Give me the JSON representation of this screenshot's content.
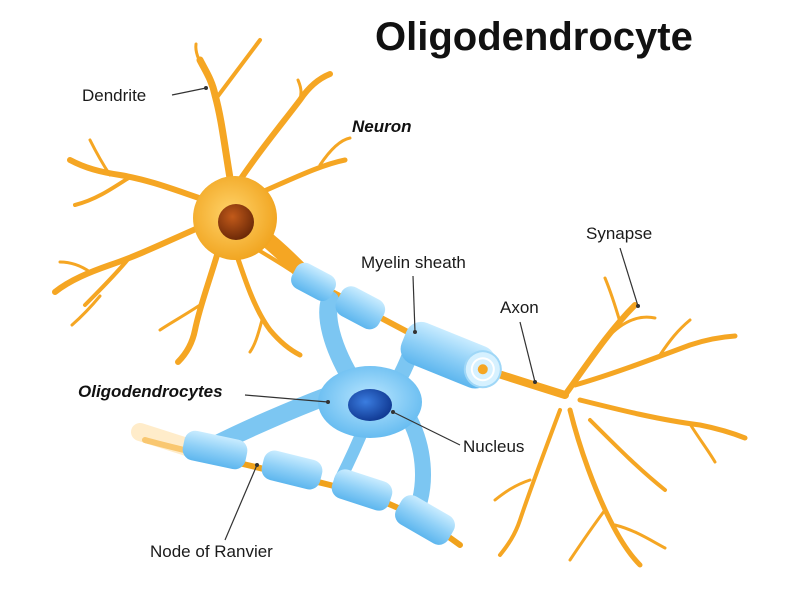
{
  "title": "Oligodendrocyte",
  "labels": {
    "dendrite": "Dendrite",
    "neuron": "Neuron",
    "synapse": "Synapse",
    "myelin_sheath": "Myelin sheath",
    "axon": "Axon",
    "oligodendrocytes": "Oligodendrocytes",
    "nucleus": "Nucleus",
    "node_of_ranvier": "Node of Ranvier"
  },
  "colors": {
    "neuron": "#f5a623",
    "neuron_light": "#ffc94d",
    "neuron_nucleus": "#a0410c",
    "myelin": "#8fd0f7",
    "myelin_dark": "#4aa8e8",
    "oligo_nucleus": "#1e50b4"
  }
}
